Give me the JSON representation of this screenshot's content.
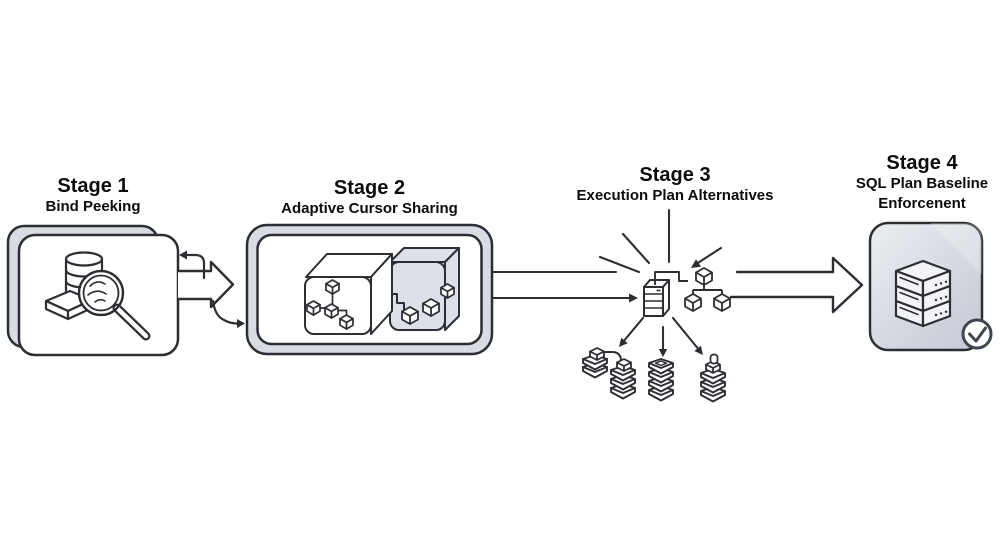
{
  "stages": [
    {
      "title": "Stage 1",
      "subtitle": "Bind Peeking",
      "icon": "database-search-icon"
    },
    {
      "title": "Stage 2",
      "subtitle": "Adaptive Cursor Sharing",
      "icon": "shared-cursor-modules-icon"
    },
    {
      "title": "Stage 3",
      "subtitle": "Execution Plan Alternatives",
      "icon": "optimizer-server-icon"
    },
    {
      "title": "Stage 4",
      "subtitle": "SQL Plan Baseline Enforcenent",
      "icon": "server-stack-check-icon"
    }
  ],
  "icons": [
    "database-search-icon",
    "loop-back-arrow-icon",
    "loop-forward-arrow-icon",
    "block-arrow-icon",
    "shared-cursor-modules-icon",
    "optimizer-server-icon",
    "plan-tree-cubes-icon",
    "plan-stack-left-icon",
    "plan-stack-middle-icon",
    "plan-stack-right-icon",
    "baseline-server-stack-icon",
    "verified-check-icon"
  ],
  "colors": {
    "background": "#ffffff",
    "outline": "#2c2e33",
    "card_band": "#d9dce3",
    "slab_gray": "#dce0e8",
    "stage4_gradient_start": "#eceef2",
    "stage4_gradient_end": "#c3c8d4",
    "text": "#0c0c0e"
  }
}
